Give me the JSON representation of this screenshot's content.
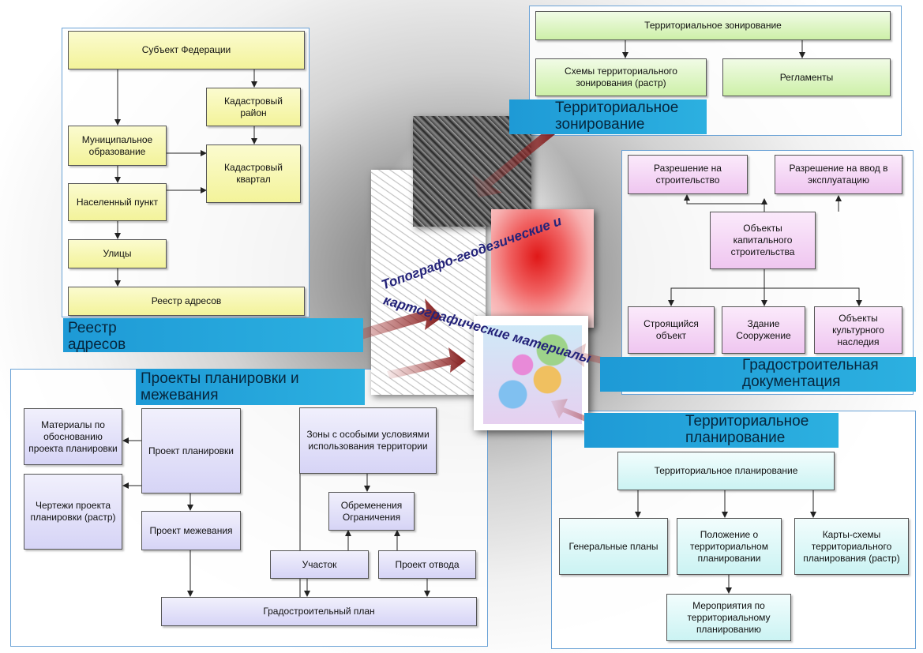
{
  "center_title": {
    "line1": "Топографо-геодезические и",
    "line2": "картографические  материалы"
  },
  "sections": {
    "zoning": "Территориальное зонирование",
    "addresses": "Реестр адресов",
    "urban_docs": "Градостроительная документация",
    "planning": "Территориальное планирование",
    "projects": "Проекты планировки и межевания"
  },
  "address_registry": {
    "subject": "Субъект Федерации",
    "cad_district": "Кадастровый район",
    "municipal": "Муниципальное образование",
    "cad_block": "Кадастровый квартал",
    "settlement": "Населенный пункт",
    "streets": "Улицы",
    "registry": "Реестр адресов"
  },
  "zoning": {
    "top": "Территориальное зонирование",
    "schemes": "Схемы территориального зонирования (растр)",
    "regulations": "Регламенты"
  },
  "urban_docs": {
    "build_permit": "Разрешение на строительство",
    "commission_permit": "Разрешение на ввод в эксплуатацию",
    "capital_objects": "Объекты капитального строительства",
    "under_construction": "Строящийся объект",
    "building": "Здание Сооружение",
    "heritage": "Объекты культурного наследия"
  },
  "projects": {
    "materials": "Материалы по обоснованию проекта планировки",
    "drawings": "Чертежи проекта планировки (растр)",
    "plan_project": "Проект планировки",
    "survey_project": "Проект межевания",
    "special_zones": "Зоны с особыми условиями использования территории",
    "encumbrances": "Обременения Ограничения",
    "plot": "Участок",
    "allotment": "Проект отвода",
    "urban_plan": "Градостроительный план"
  },
  "planning": {
    "top": "Территориальное планирование",
    "general": "Генеральные планы",
    "regulation": "Положение о территориальном планировании",
    "maps": "Карты-схемы территориального планирования (растр)",
    "measures": "Мероприятия по территориальному планированию"
  },
  "colors": {
    "band": "#1e9ad6",
    "panel_border": "#6aa2d6",
    "arrow": "#8b1a1a"
  }
}
